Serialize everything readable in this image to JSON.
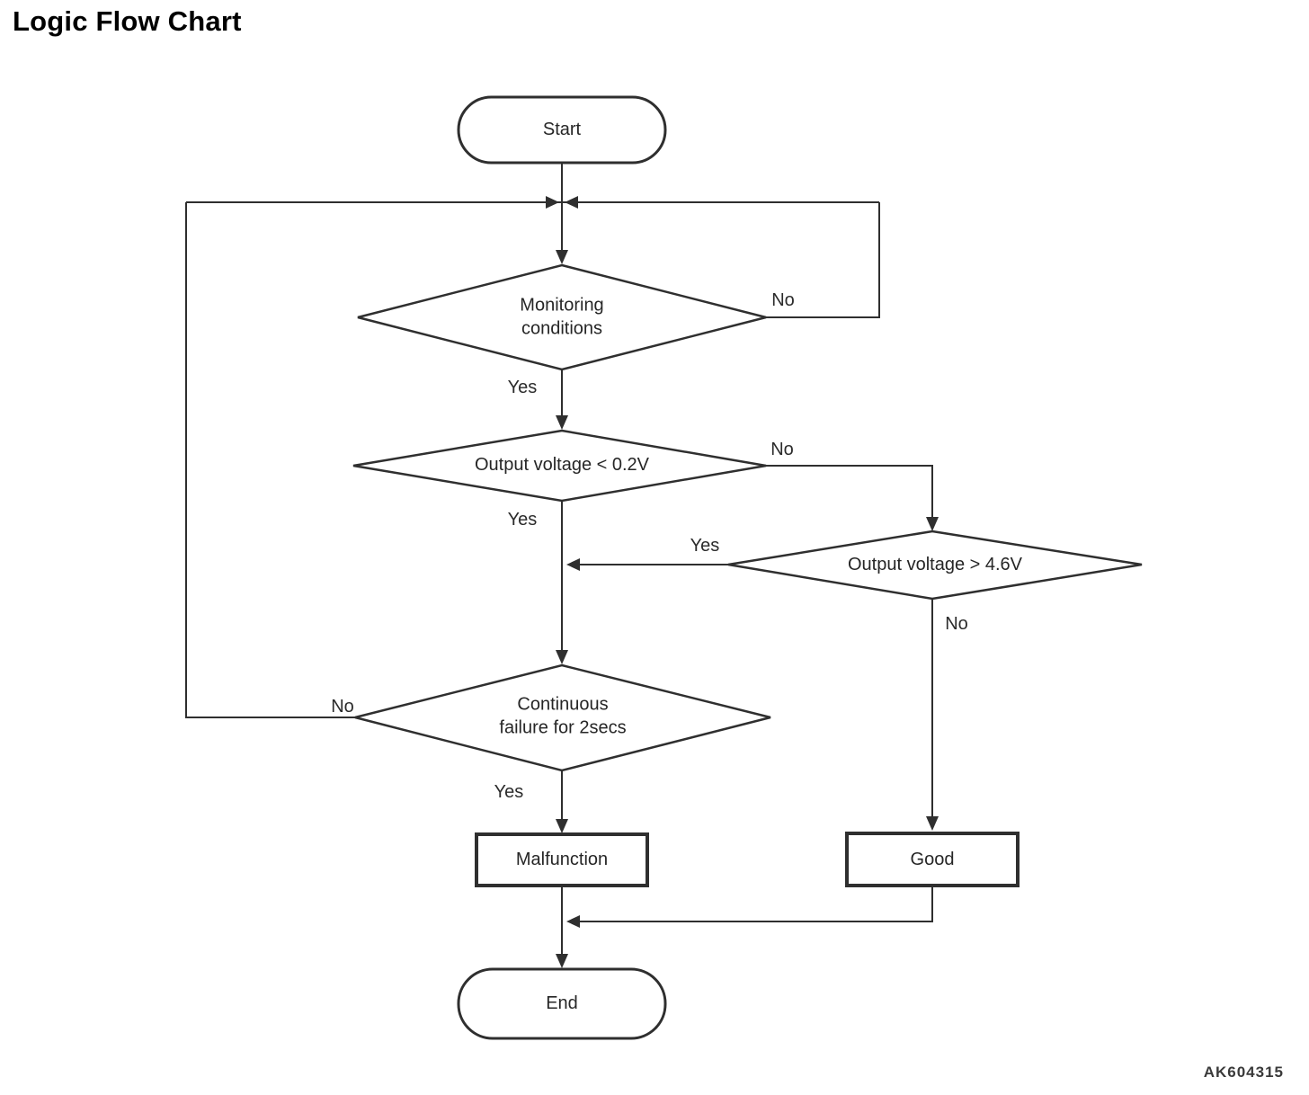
{
  "title": "Logic Flow Chart",
  "figure_code": "AK604315",
  "nodes": {
    "start": "Start",
    "monitoring": "Monitoring\nconditions",
    "output_low": "Output voltage < 0.2V",
    "output_high": "Output voltage > 4.6V",
    "continuous": "Continuous\nfailure for 2secs",
    "malfunction": "Malfunction",
    "good": "Good",
    "end": "End"
  },
  "edges": {
    "monitoring_no": "No",
    "monitoring_yes": "Yes",
    "output_low_no": "No",
    "output_low_yes": "Yes",
    "output_high_yes": "Yes",
    "output_high_no": "No",
    "continuous_no": "No",
    "continuous_yes": "Yes"
  },
  "colors": {
    "line": "#2f2f2f",
    "text": "#262626",
    "background": "#ffffff"
  }
}
